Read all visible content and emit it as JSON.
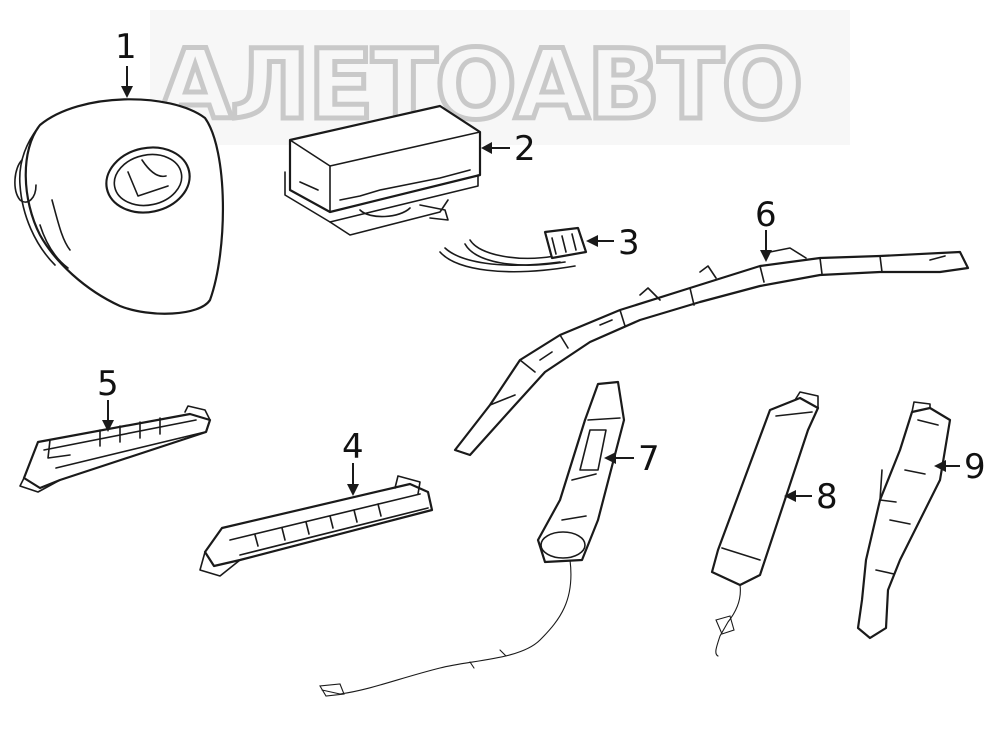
{
  "watermark": {
    "text": "АЛЕТОАВТО"
  },
  "callouts": {
    "c1": "1",
    "c2": "2",
    "c3": "3",
    "c4": "4",
    "c5": "5",
    "c6": "6",
    "c7": "7",
    "c8": "8",
    "c9": "9"
  },
  "parts": [
    {
      "id": "1",
      "icon": "steering-wheel-airbag-module"
    },
    {
      "id": "2",
      "icon": "airbag-control-unit"
    },
    {
      "id": "3",
      "icon": "wire-harness-connector"
    },
    {
      "id": "4",
      "icon": "knee-airbag-module"
    },
    {
      "id": "5",
      "icon": "passenger-knee-airbag-module"
    },
    {
      "id": "6",
      "icon": "curtain-airbag"
    },
    {
      "id": "7",
      "icon": "seat-side-airbag-with-wire"
    },
    {
      "id": "8",
      "icon": "side-airbag-module"
    },
    {
      "id": "9",
      "icon": "mounting-bracket"
    }
  ]
}
